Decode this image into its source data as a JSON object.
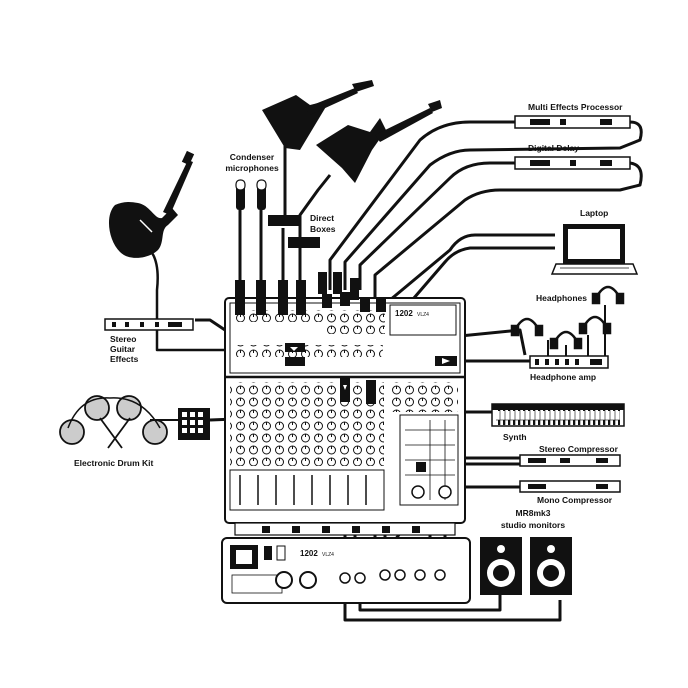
{
  "labels": {
    "condenser_microphones": [
      "Condenser",
      "microphones"
    ],
    "direct_boxes": [
      "Direct",
      "Boxes"
    ],
    "multi_effects_processor": "Multi Effects Processor",
    "digital_delay": "Digital Delay",
    "laptop": "Laptop",
    "headphones": "Headphones",
    "headphone_amp": "Headphone amp",
    "stereo_guitar_effects": [
      "Stereo",
      "Guitar",
      "Effects"
    ],
    "electronic_drum_kit": "Electronic Drum Kit",
    "synth": "Synth",
    "stereo_compressor": "Stereo Compressor",
    "mono_compressor": "Mono Compressor",
    "studio_monitors": [
      "MR8mk3",
      "studio monitors"
    ]
  },
  "mixer": {
    "model_top": "1202",
    "model_suffix_top": "VLZ4",
    "model_rear": "1202",
    "model_suffix_rear": "VLZ4"
  },
  "icons": [
    "electric-guitar-icon",
    "condenser-mic-icon",
    "direct-box-icon",
    "rack-unit-icon",
    "laptop-icon",
    "headphones-icon",
    "drum-pad-icon",
    "keyboard-icon",
    "speaker-icon",
    "mixer-icon"
  ]
}
